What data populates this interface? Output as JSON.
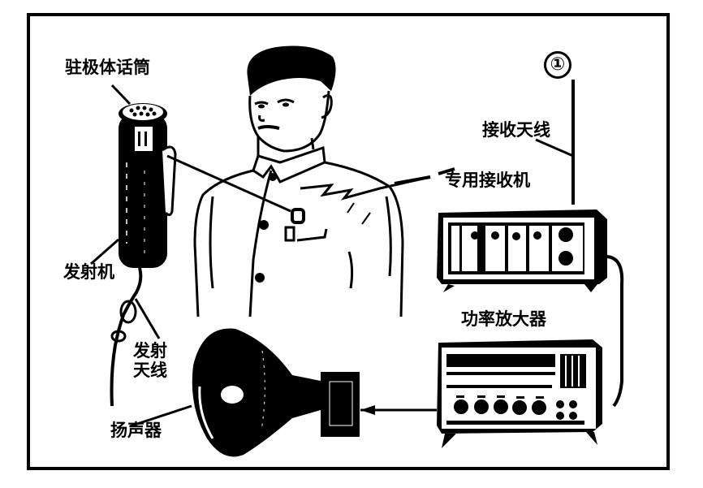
{
  "figure": {
    "number": "①",
    "colors": {
      "ink": "#000000",
      "paper": "#ffffff"
    }
  },
  "labels": {
    "microphone": "驻极体话筒",
    "transmitter": "发射机",
    "transmit_antenna_line1": "发射",
    "transmit_antenna_line2": "天线",
    "receive_antenna": "接收天线",
    "receiver": "专用接收机",
    "power_amplifier": "功率放大器",
    "loudspeaker": "扬声器"
  },
  "components": [
    {
      "id": "electret-microphone",
      "label": "驻极体话筒"
    },
    {
      "id": "transmitter",
      "label": "发射机"
    },
    {
      "id": "transmit-antenna",
      "label": "发射天线"
    },
    {
      "id": "receive-antenna",
      "label": "接收天线"
    },
    {
      "id": "dedicated-receiver",
      "label": "专用接收机"
    },
    {
      "id": "power-amplifier",
      "label": "功率放大器"
    },
    {
      "id": "loudspeaker",
      "label": "扬声器"
    }
  ],
  "signal_flow": [
    "驻极体话筒",
    "发射机",
    "发射天线",
    "接收天线",
    "专用接收机",
    "功率放大器",
    "扬声器"
  ]
}
